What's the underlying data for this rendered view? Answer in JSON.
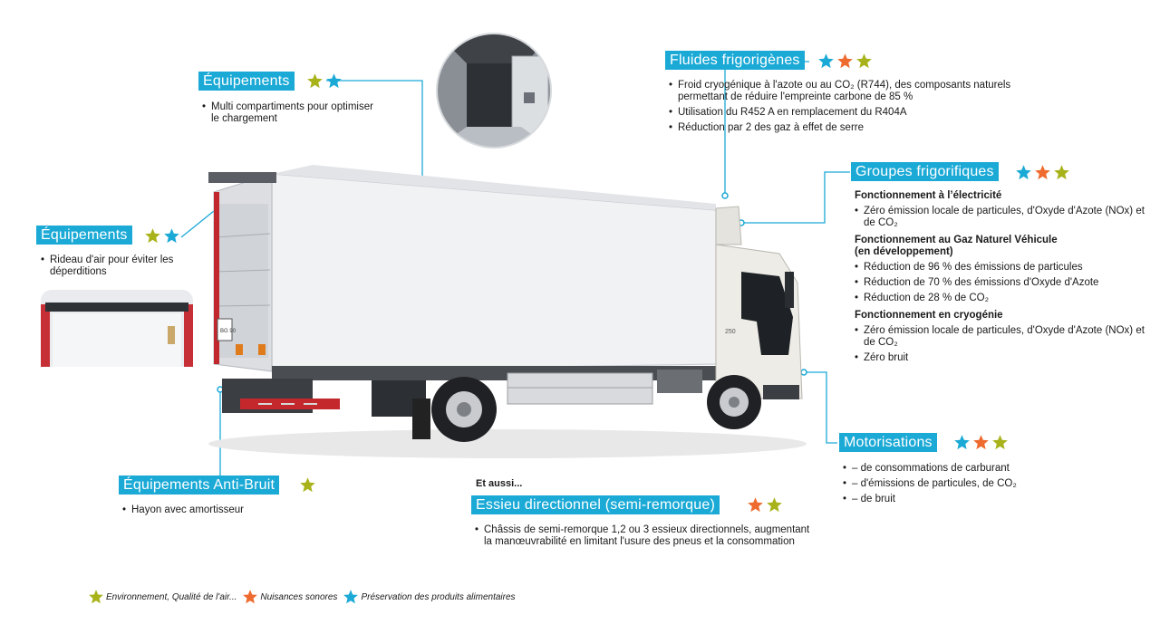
{
  "colors": {
    "env": "#a8b31b",
    "noise": "#ee6a2e",
    "food": "#1ba9d6",
    "title_bg": "#1ba9d6"
  },
  "equip_top": {
    "title": "Équipements",
    "stars": [
      "env",
      "food"
    ],
    "items": [
      "Multi compartiments pour optimiser le chargement"
    ]
  },
  "equip_left": {
    "title": "Équipements",
    "stars": [
      "env",
      "food"
    ],
    "items": [
      "Rideau d'air pour éviter les déperditions"
    ]
  },
  "anti_bruit": {
    "title": "Équipements Anti-Bruit",
    "stars": [
      "env"
    ],
    "items": [
      "Hayon avec amortisseur"
    ]
  },
  "fluides": {
    "title": "Fluides frigorigènes",
    "stars": [
      "food",
      "noise",
      "env"
    ],
    "items": [
      "Froid cryogénique à l'azote ou au CO₂ (R744), des composants naturels permettant de réduire l'empreinte carbone de 85 %",
      "Utilisation du R452 A en remplacement du R404A",
      "Réduction par 2 des gaz à effet de serre"
    ]
  },
  "groupes": {
    "title": "Groupes frigorifiques",
    "stars": [
      "food",
      "noise",
      "env"
    ],
    "sections": [
      {
        "heading": "Fonctionnement à l’électricité",
        "items": [
          "Zéro émission locale de particules, d'Oxyde d'Azote (NOx) et de CO₂"
        ]
      },
      {
        "heading": "Fonctionnement au Gaz Naturel Véhicule (en développement)",
        "items": [
          "Réduction de 96 % des émissions de particules",
          "Réduction de 70 % des émissions d'Oxyde d'Azote",
          "Réduction de 28 % de CO₂"
        ]
      },
      {
        "heading": "Fonctionnement en cryogénie",
        "items": [
          "Zéro émission locale de particules, d'Oxyde d'Azote (NOx) et de CO₂",
          "Zéro bruit"
        ]
      }
    ]
  },
  "motorisations": {
    "title": "Motorisations",
    "stars": [
      "food",
      "noise",
      "env"
    ],
    "items": [
      "– de consommations de carburant",
      "– d'émissions de particules, de CO₂",
      "– de bruit"
    ]
  },
  "essieu": {
    "intro": "Et aussi...",
    "title": "Essieu directionnel (semi-remorque)",
    "stars": [
      "noise",
      "env"
    ],
    "items": [
      "Châssis de semi-remorque 1,2 ou 3 essieux directionnels, augmentant la manœuvrabilité en limitant l'usure des pneus et la consommation"
    ]
  },
  "truck": {
    "plate": "BG 90",
    "badge": "250"
  },
  "legend": [
    {
      "color": "env",
      "label": "Environnement, Qualité de l'air..."
    },
    {
      "color": "noise",
      "label": "Nuisances sonores"
    },
    {
      "color": "food",
      "label": "Préservation des produits alimentaires"
    }
  ]
}
